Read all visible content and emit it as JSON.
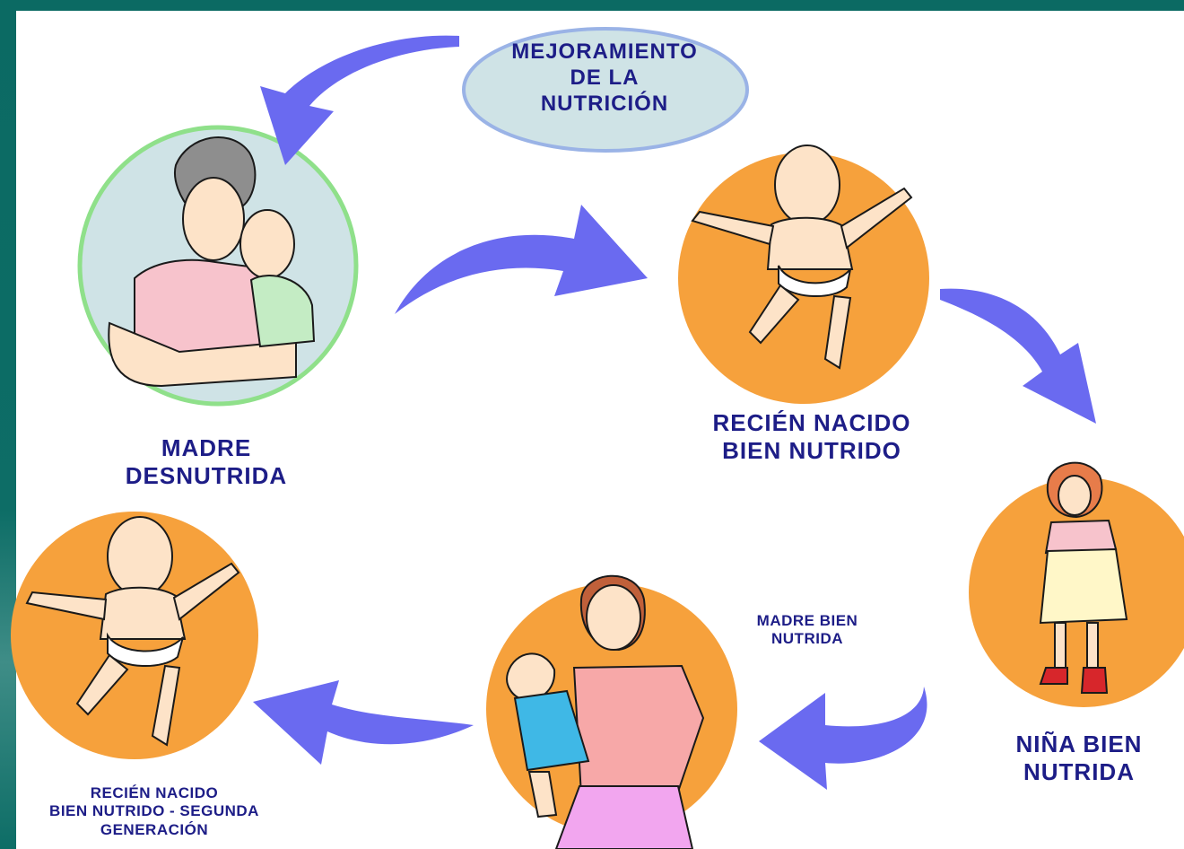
{
  "diagram": {
    "center_bubble": [
      "MEJORAMIENTO",
      "DE LA",
      "NUTRICIÓN"
    ],
    "nodes": {
      "madre_desnutrida": [
        "MADRE",
        "DESNUTRIDA"
      ],
      "recien_nacido": [
        "RECIÉN NACIDO",
        "BIEN NUTRIDO"
      ],
      "nina": [
        "NIÑA BIEN",
        "NUTRIDA"
      ],
      "madre_bien": [
        "MADRE BIEN",
        "NUTRIDA"
      ],
      "segunda_gen": [
        "RECIÉN NACIDO",
        "BIEN NUTRIDO - SEGUNDA",
        "GENERACIÓN"
      ]
    }
  },
  "colors": {
    "frame": "#0b6a63",
    "arrow": "#6a6af0",
    "circle_orange": "#f6a13c",
    "circle_blue": "#cfe3e6",
    "circle_blue_border": "#8fe08a",
    "bubble_fill": "#cfe3e6",
    "bubble_border": "#9ab3e6",
    "label_text": "#1d1d87",
    "skin": "#fde3c8",
    "pink_shirt": "#f7c3cc",
    "diaper": "#ffffff"
  }
}
